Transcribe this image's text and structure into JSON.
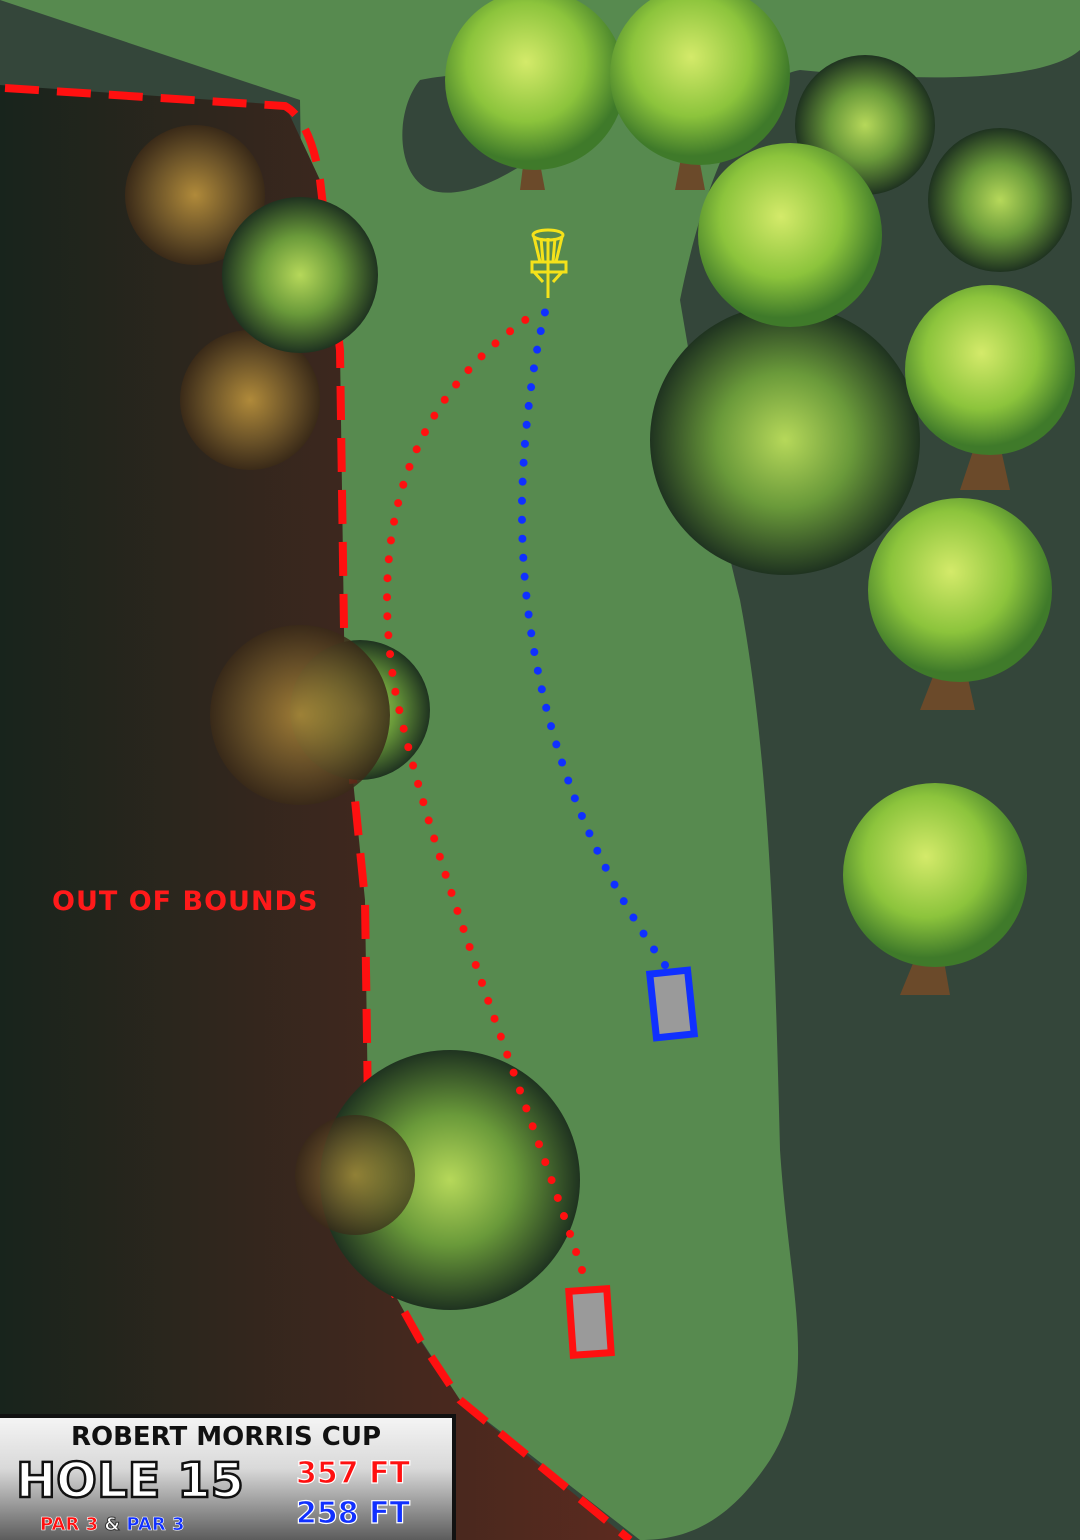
{
  "course": "ROBERT MORRIS CUP",
  "hole_label": "HOLE 15",
  "par_red": "PAR 3",
  "par_sep": "&",
  "par_blue": "PAR 3",
  "distance_red": "357 FT",
  "distance_blue": "258 FT",
  "oob_label": "OUT OF BOUNDS",
  "colors": {
    "red_tee": "#ff1010",
    "blue_tee": "#1030ff",
    "basket": "#f5e21a",
    "fairway": "#578a4f",
    "rough": "#34463a"
  }
}
